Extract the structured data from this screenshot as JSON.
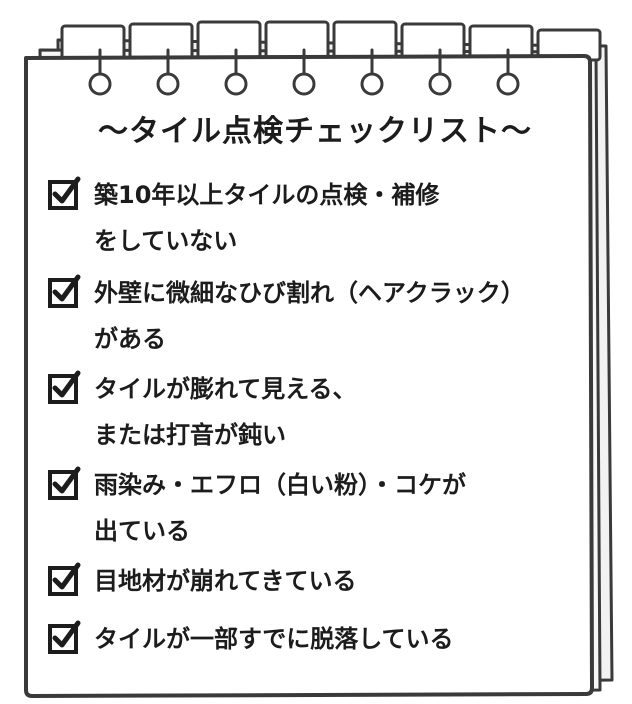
{
  "title": "〜タイル点検チェックリスト〜",
  "items": [
    {
      "line1": "築10年以上タイルの点検・補修",
      "line2": "をしていない",
      "checked": true
    },
    {
      "line1": "外壁に微細なひび割れ（ヘアクラック）",
      "line2": "がある",
      "checked": true
    },
    {
      "line1": "タイルが膨れて見える、",
      "line2": "または打音が鈍い",
      "checked": true
    },
    {
      "line1": "雨染み・エフロ（白い粉）・コケが",
      "line2": "出ている",
      "checked": true
    },
    {
      "line1": "目地材が崩れてきている",
      "line2": "",
      "checked": true
    },
    {
      "line1": "タイルが一部すでに脱落している",
      "line2": "",
      "checked": true
    }
  ],
  "colors": {
    "ink": "#1c1c1c",
    "paper": "#ffffff",
    "back_sheet": "#f2f2f2"
  }
}
